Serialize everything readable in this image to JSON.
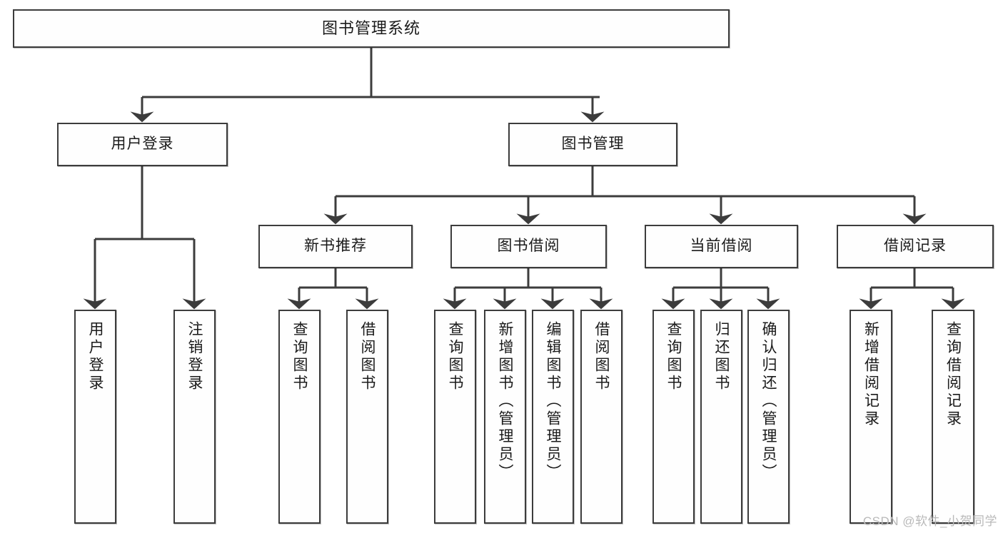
{
  "diagram": {
    "title": "图书管理系统",
    "type": "tree",
    "background_color": "#ffffff",
    "line_color": "#3c3c3c",
    "box_fill": "#fefefe"
  },
  "nodes": {
    "root": {
      "label": "图书管理系统"
    },
    "level1": [
      {
        "label": "用户登录"
      },
      {
        "label": "图书管理"
      }
    ],
    "level2": [
      {
        "label": "新书推荐"
      },
      {
        "label": "图书借阅"
      },
      {
        "label": "当前借阅"
      },
      {
        "label": "借阅记录"
      }
    ],
    "leaves": [
      {
        "label": "用户登录"
      },
      {
        "label": "注销登录"
      },
      {
        "label": "查询图书"
      },
      {
        "label": "借阅图书"
      },
      {
        "label": "查询图书"
      },
      {
        "label": "新增图书（管理员）"
      },
      {
        "label": "编辑图书（管理员）"
      },
      {
        "label": "借阅图书"
      },
      {
        "label": "查询图书"
      },
      {
        "label": "归还图书"
      },
      {
        "label": "确认归还（管理员）"
      },
      {
        "label": "新增借阅记录"
      },
      {
        "label": "查询借阅记录"
      }
    ]
  },
  "watermark": {
    "text": "CSDN @软件_小贺同学"
  }
}
